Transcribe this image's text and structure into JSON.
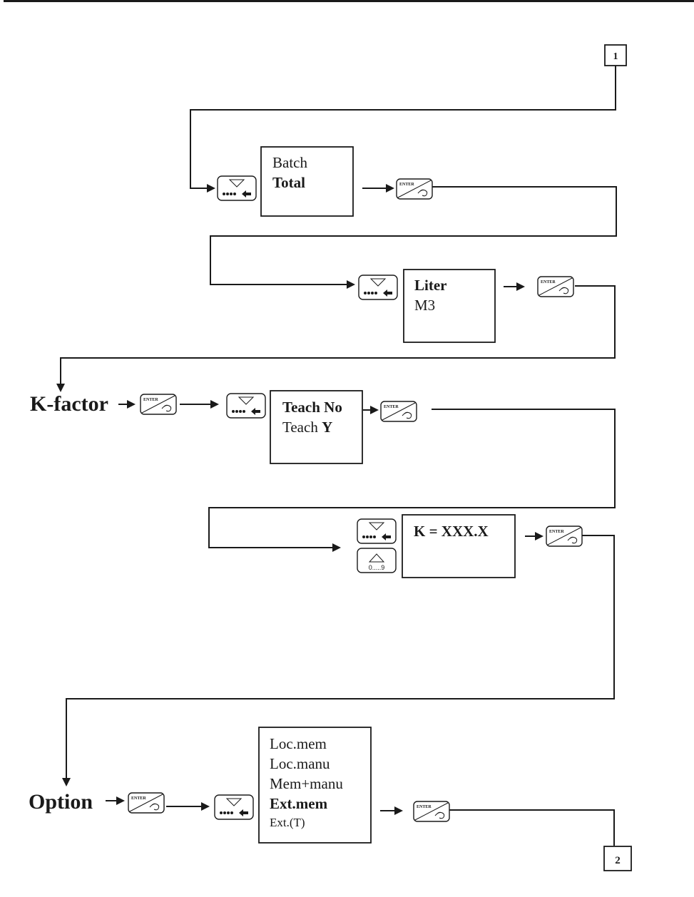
{
  "connectors": {
    "start": "1",
    "end": "2"
  },
  "keys": {
    "enter_label": "ENTER",
    "digits_label": "0.....9"
  },
  "sections": {
    "kfactor": "K-factor",
    "option": "Option"
  },
  "screens": {
    "batch_total": {
      "lines": [
        "Batch",
        "Total"
      ],
      "selected": "Total"
    },
    "units": {
      "lines": [
        "Liter",
        "M3"
      ],
      "selected": "Liter"
    },
    "teach": {
      "line1_a": "Teach ",
      "line1_b": "No",
      "line2_a": "Teach ",
      "line2_b": "Y"
    },
    "kvalue": {
      "text": "K = XXX.X"
    },
    "options": {
      "lines": [
        "Loc.mem",
        "Loc.manu",
        "Mem+manu",
        "Ext.mem",
        "Ext.(T)"
      ],
      "selected": "Ext.mem"
    }
  }
}
